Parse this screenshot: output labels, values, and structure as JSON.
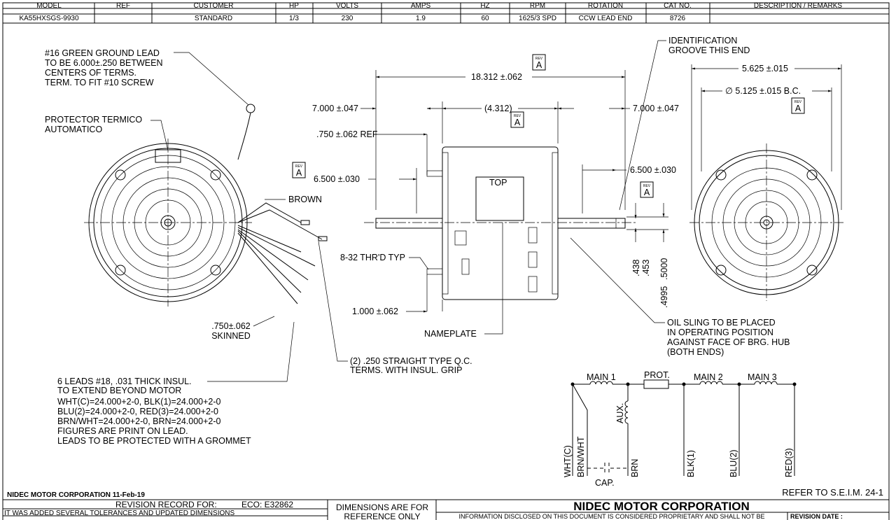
{
  "title_block": {
    "headers": [
      "MODEL",
      "REF",
      "CUSTOMER",
      "HP",
      "VOLTS",
      "AMPS",
      "HZ",
      "RPM",
      "ROTATION",
      "CAT NO.",
      "DESCRIPTION / REMARKS"
    ],
    "values": [
      "KA55HXSGS-9930",
      "",
      "STANDARD",
      "1/3",
      "230",
      "1.9",
      "60",
      "1625/3 SPD",
      "CCW LEAD END",
      "8726",
      ""
    ]
  },
  "notes": {
    "ground_lead": [
      "#16 GREEN GROUND LEAD",
      "TO BE 6.000±.250 BETWEEN",
      "CENTERS OF TERMS.",
      "TERM. TO FIT #10 SCREW"
    ],
    "protector": [
      "PROTECTOR TERMICO",
      "AUTOMATICO"
    ],
    "brown": "BROWN",
    "skinned": [
      ".750±.062",
      "SKINNED"
    ],
    "terminals": [
      "(2) .250 STRAIGHT TYPE Q.C.",
      "TERMS. WITH INSUL. GRIP"
    ],
    "leads": [
      "6 LEADS #18, .031 THICK INSUL.",
      "TO EXTEND BEYOND MOTOR",
      "WHT(C)=24.000+2-0, BLK(1)=24.000+2-0",
      "BLU(2)=24.000+2-0, RED(3)=24.000+2-0",
      "BRN/WHT=24.000+2-0, BRN=24.000+2-0",
      "FIGURES ARE PRINT ON LEAD.",
      "LEADS TO BE PROTECTED WITH A GROMMET"
    ],
    "thread": "8-32 THR'D TYP",
    "nameplate": "NAMEPLATE",
    "top": "TOP",
    "identification": [
      "IDENTIFICATION",
      "GROOVE THIS END"
    ],
    "oil_sling": [
      "OIL SLING TO BE PLACED",
      "IN OPERATING POSITION",
      "AGAINST FACE OF BRG. HUB",
      "(BOTH ENDS)"
    ],
    "rev_badge": [
      "REV",
      "A"
    ]
  },
  "dimensions": {
    "overall": "18.312 ±.062",
    "shaft_left": "7.000 ±.047",
    "body": "(4.312)",
    "shaft_right": "7.000 ±.047",
    "stud_ref": ".750 ±.062 REF",
    "flat_left": "6.500 ±.030",
    "flat_right": "6.500 ±.030",
    "stud": "1.000 ±.062",
    "bolt_circle_outer": "5.625 ±.015",
    "bolt_circle": "∅ 5.125 ±.015 B.C.",
    "flat_depth": [
      ".438",
      ".453"
    ],
    "shaft_dia": [
      ".4995",
      ".5000"
    ]
  },
  "wiring": {
    "main1": "MAIN 1",
    "prot": "PROT.",
    "main2": "MAIN 2",
    "main3": "MAIN 3",
    "aux": "AUX.",
    "cap": "CAP.",
    "leads": [
      "WHT(C)",
      "BRN/WHT",
      "BRN",
      "BLK(1)",
      "BLU(2)",
      "RED(3)"
    ],
    "refer": "REFER TO S.E.I.M. 24-1"
  },
  "footer": {
    "company_date": "NIDEC MOTOR CORPORATION 11-Feb-19",
    "revision_record": "REVISION RECORD FOR:",
    "eco": "ECO: E32862",
    "revision_line1": "IT WAS ADDED SEVERAL TOLERANCES AND UPDATED DIMENSIONS",
    "reference": [
      "DIMENSIONS ARE FOR",
      "REFERENCE ONLY"
    ],
    "company": "NIDEC MOTOR CORPORATION",
    "proprietary": "INFORMATION DISCLOSED ON THIS DOCUMENT IS CONSIDERED PROPRIETARY AND SHALL NOT BE",
    "revision_date": "REVISION DATE :"
  }
}
